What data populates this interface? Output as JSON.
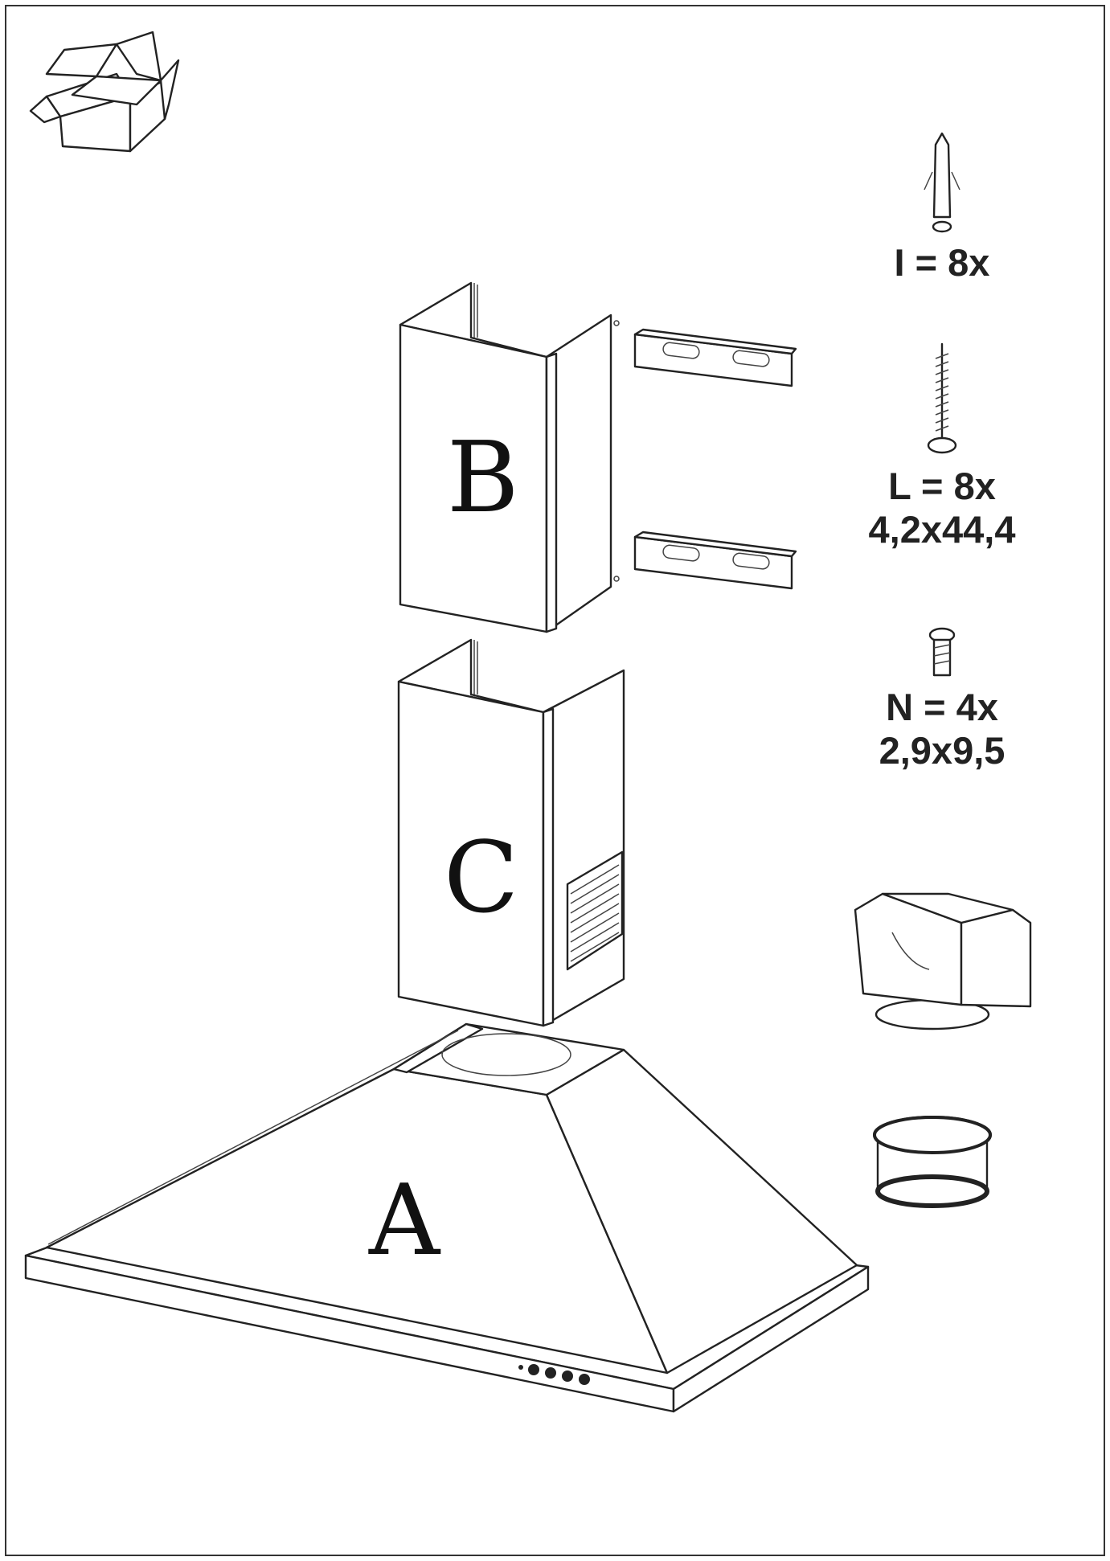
{
  "parts": [
    {
      "letter": "B",
      "name": "Upper chimney cover"
    },
    {
      "letter": "C",
      "name": "Lower chimney cover"
    },
    {
      "letter": "A",
      "name": "Hood body"
    }
  ],
  "accessories": [
    {
      "icon": "wall-plug-icon",
      "line1": "I = 8x",
      "line2": ""
    },
    {
      "icon": "wood-screw-icon",
      "line1": "L = 8x",
      "line2": "4,2x44,4"
    },
    {
      "icon": "machine-screw-icon",
      "line1": "N = 4x",
      "line2": "2,9x9,5"
    }
  ],
  "icons": [
    "open-box-icon",
    "chimney-bracket-icon",
    "air-deflector-icon",
    "reduction-flange-icon",
    "control-buttons-icon"
  ]
}
